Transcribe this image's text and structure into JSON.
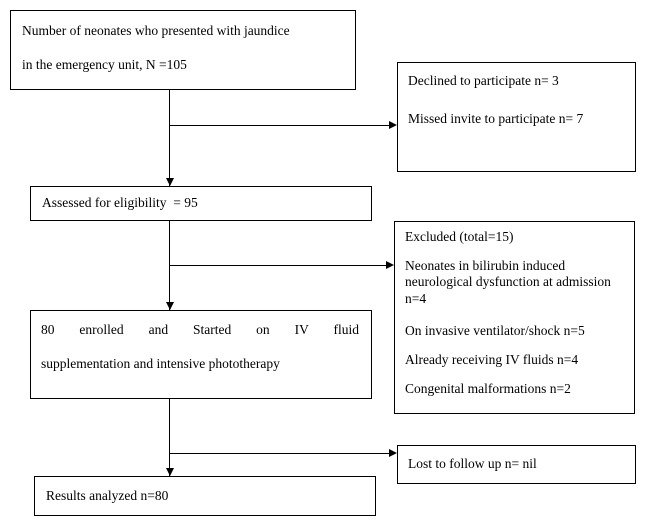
{
  "diagram": {
    "title": "Neonatal jaundice study participant flow",
    "stroke_color": "#000000",
    "background_color": "#ffffff",
    "text_color": "#000000"
  },
  "nodes": {
    "enrolled_total": {
      "line1": "Number of neonates who presented with jaundice",
      "line2": "in the emergency unit, N =105"
    },
    "assessed": {
      "line1": "Assessed for eligibility  = 95"
    },
    "started": {
      "line1": "80 enrolled and Started on IV fluid",
      "line2": "supplementation and intensive phototherapy"
    },
    "results": {
      "line1": "Results analyzed n=80"
    },
    "declined": {
      "line1": "Declined to participate n= 3",
      "line2": "Missed invite to participate n= 7"
    },
    "excluded": {
      "line1": "Excluded (total=15)",
      "line2": "Neonates in bilirubin induced neurological dysfunction at admission n=4",
      "line3": "On invasive ventilator/shock n=5",
      "line4": "Already receiving IV fluids n=4",
      "line5": "Congenital malformations n=2"
    },
    "lost": {
      "line1": "Lost to follow up n= nil"
    }
  }
}
